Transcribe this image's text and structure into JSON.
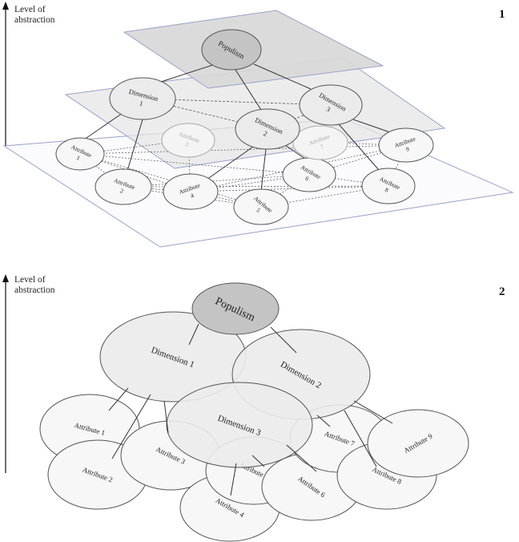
{
  "axis_label_line1": "Level of",
  "axis_label_line2": "abstraction",
  "panel1_number": "1",
  "panel2_number": "2",
  "top_label": "Populism",
  "dimensions": [
    "Dimension",
    "Dimension",
    "Dimension"
  ],
  "dimension_numbers": [
    "1",
    "2",
    "3"
  ],
  "attribute_word": "Attribute",
  "attribute_numbers": [
    "1",
    "2",
    "3",
    "4",
    "5",
    "6",
    "7",
    "8",
    "9"
  ],
  "panel2_dimensions": [
    "Dimension 1",
    "Dimension 2",
    "Dimension 3"
  ],
  "panel2_attributes": [
    "Attribute 1",
    "Attribute 2",
    "Attribute 3",
    "Attribute 4",
    "Attribute 5",
    "Attribute 6",
    "Attribute 7",
    "Attribute 8",
    "Attribute 9"
  ],
  "colors": {
    "top_fill": "#c4c4c4",
    "top_plane": "#d8d8d8",
    "mid_plane": "#e6e6e6",
    "dim_fill": "#ebebeb",
    "attr_fill": "#f7f7f7",
    "plane_edge": "#9aa0c8",
    "stroke": "#555555"
  }
}
